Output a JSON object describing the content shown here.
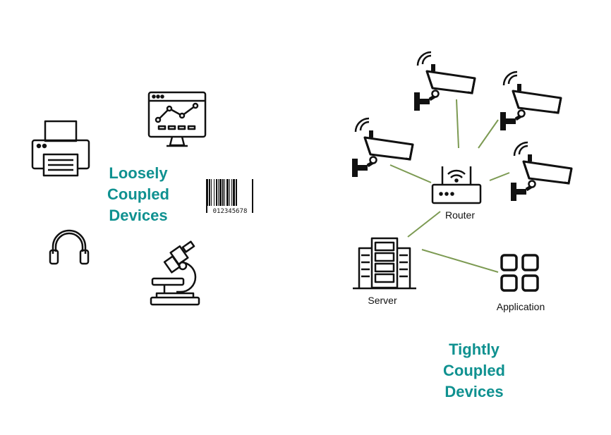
{
  "colors": {
    "heading": "#0f9190",
    "link_line": "#7c9a52",
    "icon_stroke": "#111111"
  },
  "left_group": {
    "label_lines": [
      "Loosely",
      "Coupled",
      "Devices"
    ],
    "icons": [
      "printer-icon",
      "monitor-chart-icon",
      "barcode-icon",
      "headphones-icon",
      "microscope-icon"
    ],
    "barcode_text": "012345678"
  },
  "right_group": {
    "label_lines": [
      "Tightly",
      "Coupled",
      "Devices"
    ],
    "router_label": "Router",
    "server_label": "Server",
    "application_label": "Application",
    "icons": [
      "cctv-camera-icon",
      "cctv-camera-icon",
      "cctv-camera-icon",
      "cctv-camera-icon",
      "router-icon",
      "server-icon",
      "application-grid-icon"
    ]
  }
}
